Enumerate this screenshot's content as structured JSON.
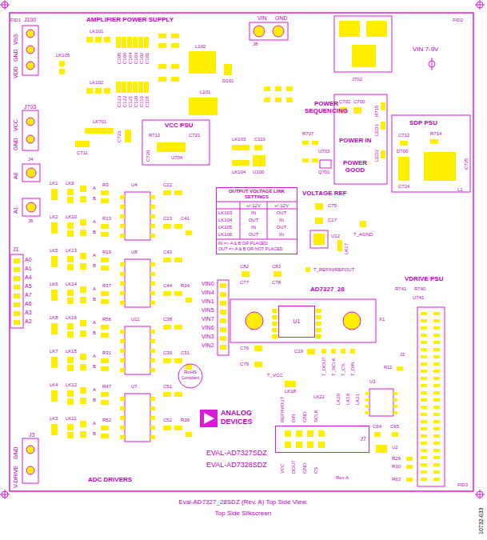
{
  "diagram": {
    "caption": "Eval-AD7327_28SDZ (Rev. A) Top Side View.",
    "nodes": [
      {
        "text": [
          "OUTPUT VOLTAGE LINK SETTINGS"
        ]
      },
      {
        "text": [
          "U1"
        ]
      },
      {
        "text": [
          "J7"
        ]
      }
    ],
    "labels": [
      "FID1",
      "J100",
      "VSS",
      "GND",
      "VDD",
      "AMPLIFIER POWER SUPPLY",
      "LK101",
      "LK105",
      "LK102",
      "C105",
      "C106",
      "C104",
      "C103",
      "C102",
      "C101",
      "C123",
      "C122",
      "C121",
      "C120",
      "C119",
      "C118",
      "L102",
      "D101",
      "L101",
      "VIN",
      "GND",
      "J8",
      "J702",
      "FID2",
      "VIN 7-9V",
      "J703",
      "VCC",
      "GND",
      "LK701",
      "C711",
      "C723",
      "VCC PSU",
      "R712",
      "C721",
      "C720",
      "U704",
      "LK103",
      "C110",
      "LK104",
      "U100",
      "POWER SEQUENCING",
      "C701",
      "C700",
      "R715",
      "LED1",
      "POWER IN",
      "R707",
      "U703",
      "Q701",
      "POWER GOOD",
      "LED2",
      "SDP PSU",
      "C712",
      "R714",
      "D700",
      "C725",
      "L1",
      "C724",
      "J4",
      "A0",
      "A1",
      "J6",
      "J1",
      "A0",
      "A1",
      "A4",
      "A5",
      "A7",
      "A6",
      "A3",
      "A2",
      "LK1",
      "LK9",
      "A",
      "B",
      "R3",
      "C22",
      "LK2",
      "LK10",
      "A",
      "B",
      "R13",
      "C23",
      "LK5",
      "LK13",
      "A",
      "B",
      "R19",
      "C43",
      "LK6",
      "LK14",
      "A",
      "B",
      "R37",
      "C44",
      "LK8",
      "LK16",
      "A",
      "B",
      "R56",
      "C38",
      "LK7",
      "LK15",
      "A",
      "B",
      "R31",
      "C39",
      "LK4",
      "LK12",
      "A",
      "B",
      "R47",
      "C51",
      "LK3",
      "LK11",
      "A",
      "B",
      "R52",
      "C52",
      "U4",
      "U8",
      "U11",
      "U7",
      "C41",
      "R34",
      "C31",
      "R36",
      "VIN0",
      "VIN4",
      "VIN1",
      "VIN5",
      "VIN7",
      "VIN6",
      "VIN3",
      "VIN2",
      "ADC DRIVERS",
      "J3",
      "GND",
      "V-DRIVE",
      "RoHS",
      "Compliant",
      "+/-12V",
      "+/-12V",
      "LK103",
      "IN",
      "OUT",
      "LK104",
      "OUT",
      "IN",
      "LK105",
      "IN",
      "OUT",
      "LK106",
      "OUT",
      "IN",
      "IN => A & B OR PLACED",
      "OUT => A & B OR NOT PLACED",
      "VOLTAGE REF",
      "C75",
      "C17",
      "U12",
      "LK17",
      "T_AGND",
      "T_REFIN/REFOUT",
      "C82",
      "C83",
      "C77",
      "C78",
      "AD7327_28",
      "X1",
      "C76",
      "C79",
      "C19",
      "T_VCC",
      "T_DOUT",
      "T_SCLK",
      "T_CS",
      "T_DIN",
      "LK18",
      "LK22",
      "LK20",
      "LK19",
      "LK21",
      "VDRIVE PSU",
      "R741",
      "R740",
      "U741",
      "J2",
      "R11",
      "U3",
      "C64",
      "C65",
      "U2",
      "R26",
      "R30",
      "R63",
      "FID3",
      "ANALOG",
      "DEVICES",
      "EVAL-AD7327SDZ",
      "EVAL-AD7328SDZ",
      "Rev A",
      "REFIN/OUT",
      "DIN",
      "GND",
      "SCLK",
      "VCC",
      "DOUT",
      "GND",
      "CS",
      "Top Side Silkscreen",
      "10732-033"
    ]
  }
}
